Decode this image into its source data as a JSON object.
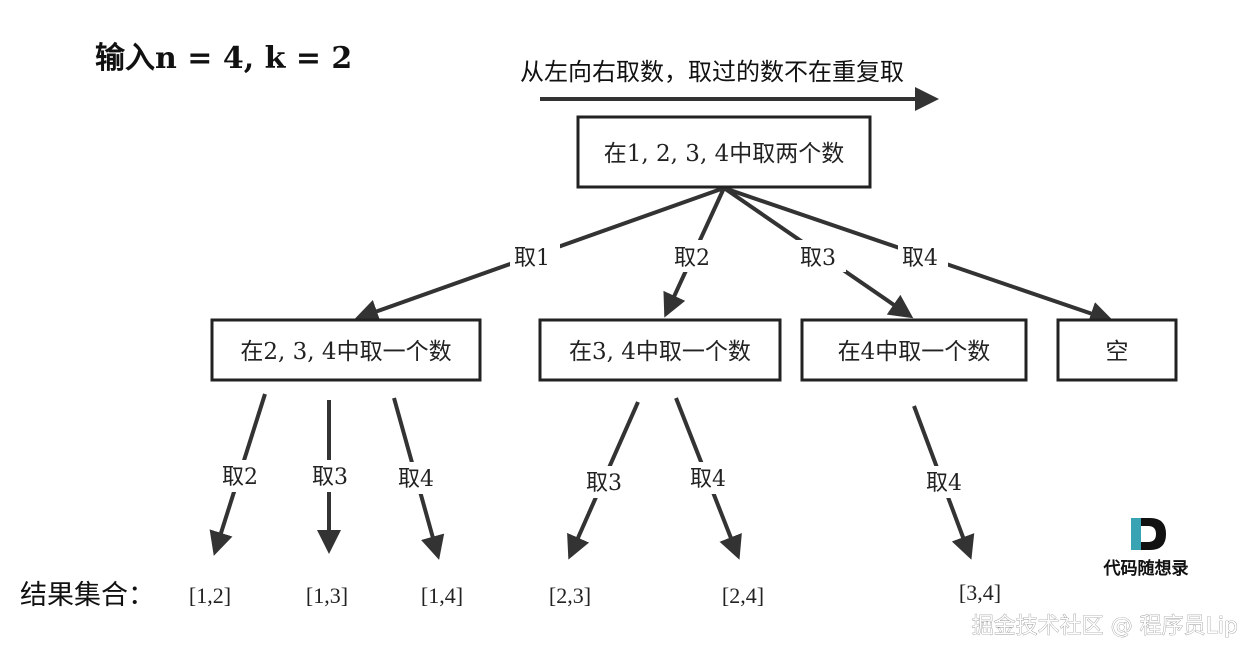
{
  "header": {
    "title": "输入n = 4, k = 2",
    "direction_note": "从左向右取数，取过的数不在重复取"
  },
  "tree": {
    "root": "在1, 2, 3, 4中取两个数",
    "level1": [
      "在2, 3, 4中取一个数",
      "在3, 4中取一个数",
      "在4中取一个数",
      "空"
    ],
    "root_edge_labels": [
      "取1",
      "取2",
      "取3",
      "取4"
    ],
    "leaf_edge_labels": [
      "取2",
      "取3",
      "取4",
      "取3",
      "取4",
      "取4"
    ]
  },
  "results": {
    "label": "结果集合：",
    "items": [
      "[1,2]",
      "[1,3]",
      "[1,4]",
      "[2,3]",
      "[2,4]",
      "[3,4]"
    ]
  },
  "branding": {
    "logo_letter": "D",
    "logo_text": "代码随想录",
    "watermark": "掘金技术社区 @ 程序员Lip",
    "accent_color": "#3aa3b3"
  }
}
